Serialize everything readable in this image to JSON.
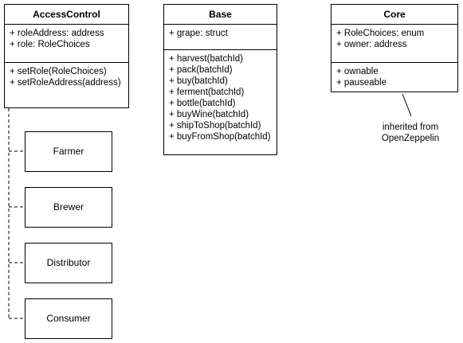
{
  "classes": {
    "access_control": {
      "title": "AccessControl",
      "attributes": [
        "+ roleAddress: address",
        "+ role: RoleChoices"
      ],
      "methods": [
        "+ setRole(RoleChoices)",
        "+ setRoleAddress(address)"
      ]
    },
    "base": {
      "title": "Base",
      "attributes": [
        "+ grape: struct"
      ],
      "methods": [
        "+ harvest(batchId)",
        "+ pack(batchId)",
        "+ buy(batchId)",
        "+ ferment(batchId)",
        "+ bottle(batchId)",
        "+ buyWine(batchId)",
        "+ shipToShop(batchId)",
        "+ buyFromShop(batchId)"
      ]
    },
    "core": {
      "title": "Core",
      "attributes": [
        "+ RoleChoices: enum",
        "+ owner: address"
      ],
      "methods": [
        "+ ownable",
        "+ pauseable"
      ]
    }
  },
  "roles": [
    "Farmer",
    "Brewer",
    "Distributor",
    "Consumer"
  ],
  "note": {
    "line1": "inherited from",
    "line2": "OpenZeppelin"
  }
}
